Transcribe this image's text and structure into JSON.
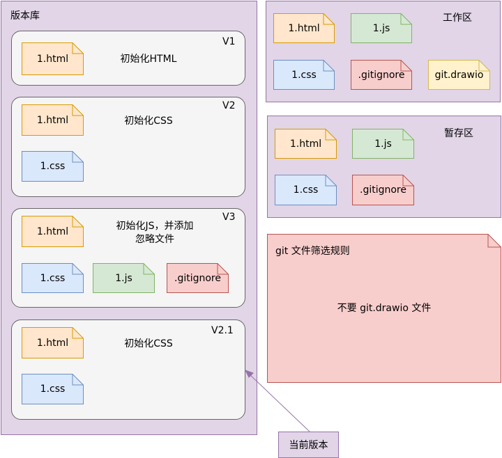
{
  "repo": {
    "title": "版本库",
    "versions": [
      {
        "tag": "V1",
        "message": "初始化HTML",
        "files": [
          "1.html"
        ]
      },
      {
        "tag": "V2",
        "message": "初始化CSS",
        "files": [
          "1.html",
          "1.css"
        ]
      },
      {
        "tag": "V3",
        "message_line1": "初始化JS，并添加",
        "message_line2": "忽略文件",
        "files": [
          "1.html",
          "1.css",
          "1.js",
          ".gitignore"
        ]
      },
      {
        "tag": "V2.1",
        "message": "初始化CSS",
        "files": [
          "1.html",
          "1.css"
        ]
      }
    ]
  },
  "workspace": {
    "title": "工作区",
    "files": [
      "1.html",
      "1.js",
      "1.css",
      ".gitignore",
      "git.drawio"
    ]
  },
  "staging": {
    "title": "暂存区",
    "files": [
      "1.html",
      "1.js",
      "1.css",
      ".gitignore"
    ]
  },
  "rule": {
    "title": "git 文件筛选规则",
    "text": "不要 git.drawio 文件"
  },
  "current": {
    "label": "当前版本"
  },
  "colors": {
    "html": {
      "fill": "#ffe6cc",
      "stroke": "#d79b00"
    },
    "css": {
      "fill": "#dae8fc",
      "stroke": "#6c8ebf"
    },
    "js": {
      "fill": "#d5e8d4",
      "stroke": "#82b366"
    },
    "gitignore": {
      "fill": "#f8cecc",
      "stroke": "#b85450"
    },
    "drawio": {
      "fill": "#fff2cc",
      "stroke": "#d6b656"
    },
    "panel": "#e1d5e7",
    "panel_border": "#9673a6",
    "version_fill": "#f5f5f5",
    "version_border": "#666666"
  }
}
